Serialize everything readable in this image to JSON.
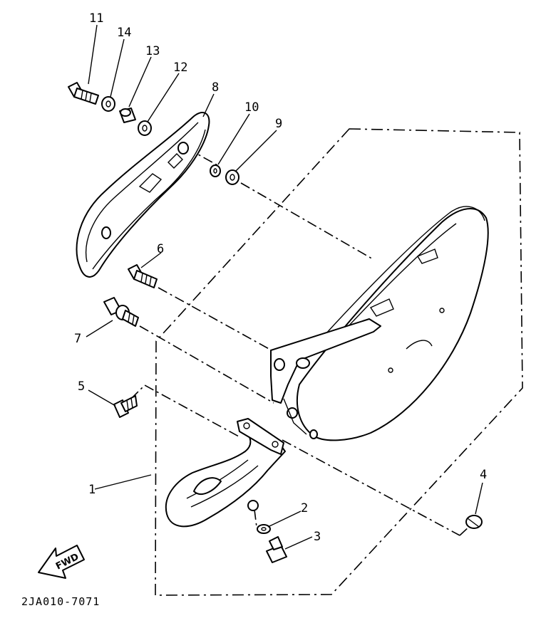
{
  "diagram": {
    "callouts": {
      "c1": "1",
      "c2": "2",
      "c3": "3",
      "c4": "4",
      "c5": "5",
      "c6": "6",
      "c7": "7",
      "c8": "8",
      "c9": "9",
      "c10": "10",
      "c11": "11",
      "c12": "12",
      "c13": "13",
      "c14": "14"
    },
    "direction_label": "FWD",
    "drawing_code": "2JA010-7071"
  }
}
